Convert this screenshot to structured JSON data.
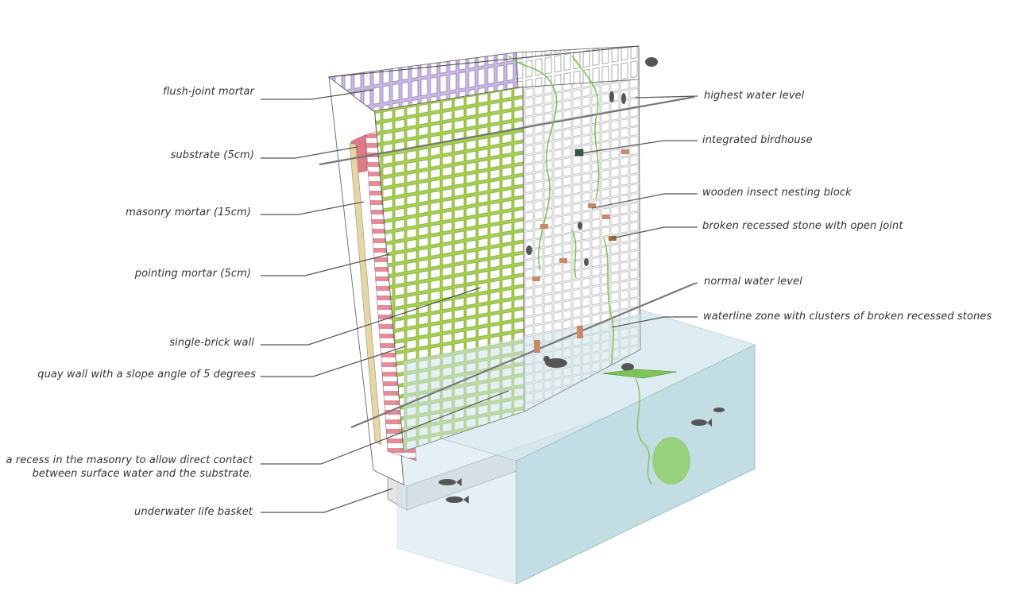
{
  "diagram": {
    "labels_left": [
      {
        "id": "flush-joint-mortar",
        "text": "flush-joint mortar"
      },
      {
        "id": "substrate",
        "text": "substrate (5cm)"
      },
      {
        "id": "masonry-mortar",
        "text": "masonry mortar (15cm)"
      },
      {
        "id": "pointing-mortar",
        "text": "pointing mortar (5cm)"
      },
      {
        "id": "single-brick-wall",
        "text": "single-brick wall"
      },
      {
        "id": "quay-wall",
        "text": "quay wall with a slope angle of 5 degrees"
      },
      {
        "id": "recess",
        "text": "a recess in the masonry to allow direct contact\nbetween surface water and the substrate."
      },
      {
        "id": "life-basket",
        "text": "underwater life basket"
      }
    ],
    "labels_right": [
      {
        "id": "highest-water-level",
        "text": "highest water level"
      },
      {
        "id": "birdhouse",
        "text": "integrated birdhouse"
      },
      {
        "id": "insect-block",
        "text": "wooden insect nesting block"
      },
      {
        "id": "broken-stone",
        "text": "broken recessed stone with open joint"
      },
      {
        "id": "normal-water-level",
        "text": "normal water level"
      },
      {
        "id": "waterline-zone",
        "text": "waterline zone with clusters of broken recessed stones"
      }
    ],
    "colors": {
      "mortar_green": "#a6cf52",
      "mortar_green_dark": "#6f9a2a",
      "substrate_pink": "#e07a88",
      "top_lilac": "#c9b6e4",
      "water": "#cfe4ea",
      "water_dark": "#b7d2da",
      "plant": "#7cc45a",
      "animal": "#555555"
    }
  }
}
